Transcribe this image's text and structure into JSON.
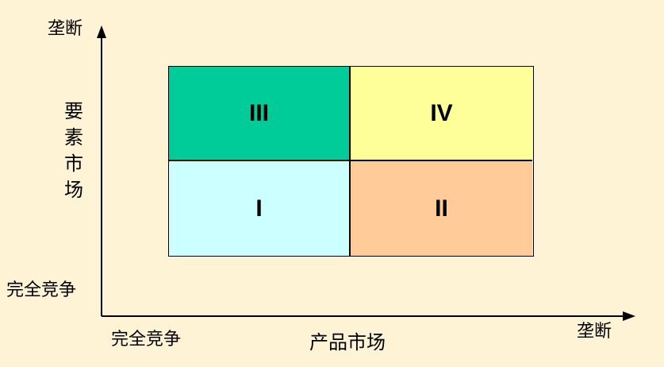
{
  "y_axis": {
    "top_label": "垄断",
    "name_chars": [
      "要",
      "素",
      "市",
      "场"
    ],
    "bottom_label": "完全竞争"
  },
  "x_axis": {
    "left_label": "完全竞争",
    "name": "产品市场",
    "right_label": "垄断"
  },
  "quadrants": [
    {
      "label": "III",
      "color": "#00cc99"
    },
    {
      "label": "IV",
      "color": "#ffff99"
    },
    {
      "label": "I",
      "color": "#ccffff"
    },
    {
      "label": "II",
      "color": "#ffcc99"
    }
  ],
  "colors": {
    "background": "#fff3d6",
    "axis": "#000000"
  }
}
